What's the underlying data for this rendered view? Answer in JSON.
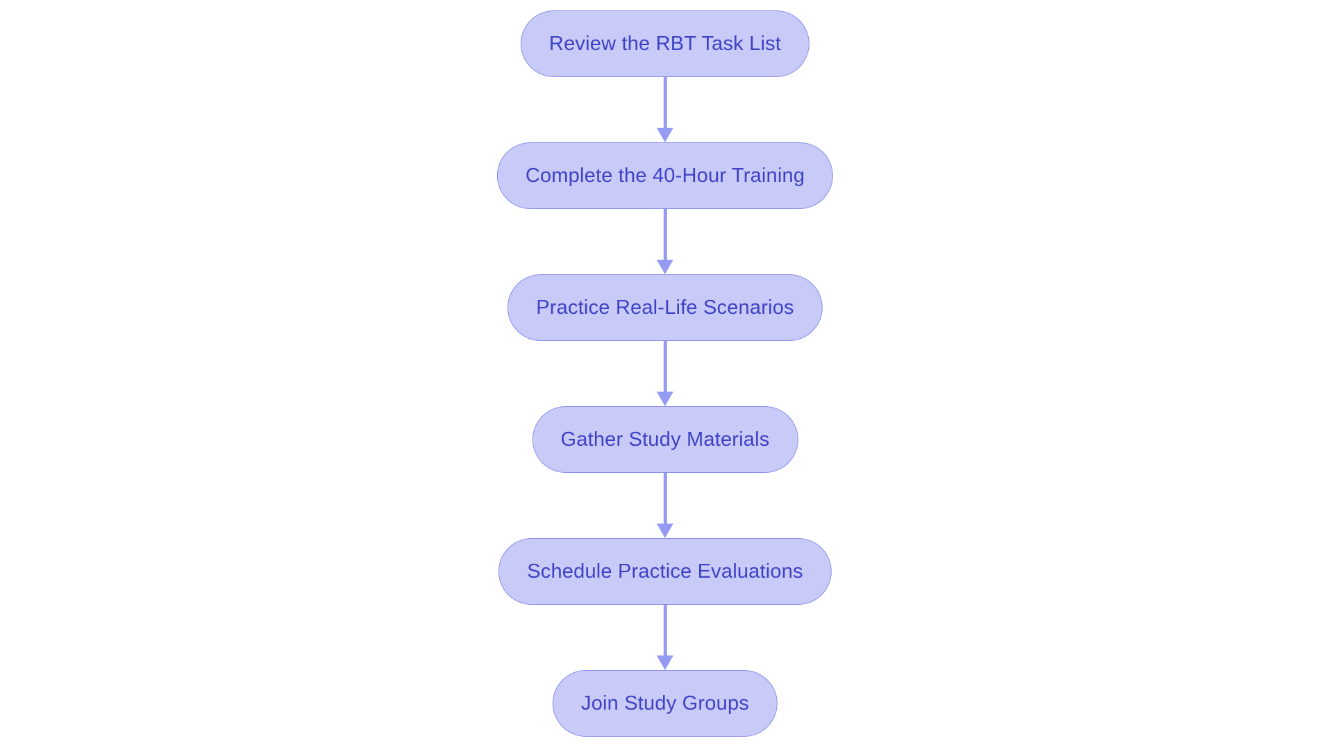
{
  "flow": {
    "nodes": [
      {
        "label": "Review the RBT Task List"
      },
      {
        "label": "Complete the 40-Hour Training"
      },
      {
        "label": "Practice Real-Life Scenarios"
      },
      {
        "label": "Gather Study Materials"
      },
      {
        "label": "Schedule Practice Evaluations"
      },
      {
        "label": "Join Study Groups"
      }
    ],
    "colors": {
      "node_fill": "#c8caf8",
      "node_border": "#8a8eea",
      "node_text": "#3d42c4",
      "arrow": "#959af2",
      "background": "#ffffff"
    }
  }
}
